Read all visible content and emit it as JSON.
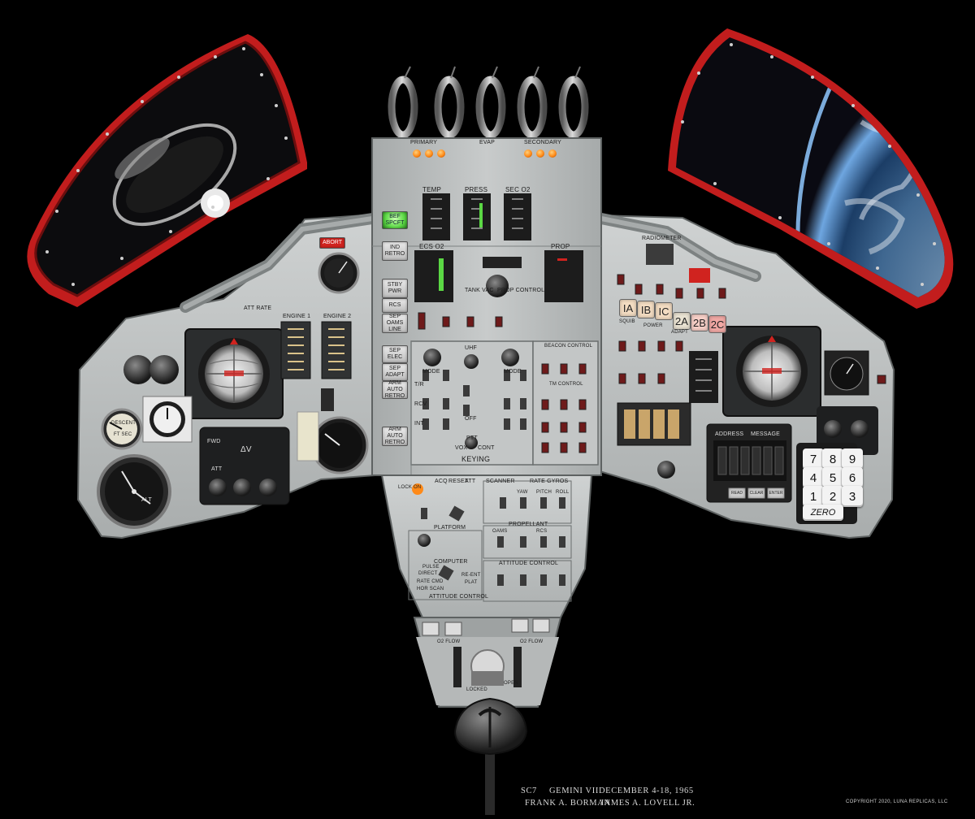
{
  "caption": {
    "spacecraft": "SC7",
    "mission": "GEMINI VII",
    "dates": "DECEMBER 4-18, 1965",
    "crew_1": "FRANK A. BORMAN",
    "crew_2": "JAMES A. LOVELL JR.",
    "copyright": "COPYRIGHT 2020, LUNA REPLICAS, LLC"
  },
  "colors": {
    "background": "#000000",
    "panel": "#b9bcbc",
    "window_frame": "#c21d1d",
    "warning_red": "#d0231f",
    "indicator_orange": "#ff8a18",
    "indicator_green": "#5bd844"
  },
  "center_top": {
    "group_labels": [
      "PRIMARY",
      "EVAP",
      "SECONDARY"
    ],
    "gauge_labels": [
      "TEMP",
      "PRESS",
      "SEC O2"
    ],
    "ecs_label": "ECS O2",
    "prop_label": "PROP",
    "tank_vac": "TANK VAC",
    "prop_control": "PROP CONTROL"
  },
  "left_seq_lights": [
    "ABORT",
    "BEF SPCFT",
    "IND RETRO",
    "STBY PWR",
    "RCS",
    "SEP OAMS LINE",
    "SEP ELEC",
    "SEP ADAPT",
    "ARM AUTO RETRO",
    "ARM AUTO RETRO"
  ],
  "left_panel": {
    "att_rate": "ATT RATE",
    "engine_1": "ENGINE 1",
    "engine_2": "ENGINE 2",
    "descent": "DESCENT",
    "ft_sec": "FT SEC",
    "alt": "ALT",
    "delta_v": "ΔV",
    "fwd": "FWD",
    "att": "ATT"
  },
  "center_comm": {
    "uhf": "UHF",
    "mode": "MODE",
    "keying": "KEYING",
    "ptt": "PTT",
    "vox": "VOX",
    "cont": "CONT",
    "beacon_control": "BEACON CONTROL",
    "tm_control": "TM CONTROL",
    "rows": [
      "T/R",
      "RCV",
      "INT",
      "OFF"
    ]
  },
  "right_panel": {
    "radiometer": "RADIOMETER",
    "seq_lights": [
      "IA",
      "IB",
      "IC",
      "2A",
      "2B",
      "2C"
    ],
    "squib_labels": [
      "SQUIB",
      "POWER",
      "ADAPT"
    ],
    "address": "ADDRESS",
    "message": "MESSAGE",
    "keypad": [
      "7",
      "8",
      "9",
      "4",
      "5",
      "6",
      "1",
      "2",
      "3"
    ],
    "zero": "ZERO",
    "msg_buttons": [
      "READ",
      "CLEAR",
      "ENTER"
    ]
  },
  "pedestal": {
    "lock_on": "LOCK ON",
    "acq": "ACQ",
    "reset": "RESET",
    "att": "ATT",
    "scanner": "SCANNER",
    "rate_gyros": "RATE GYROS",
    "gyro_axes": [
      "YAW",
      "PITCH",
      "ROLL"
    ],
    "platform": "PLATFORM",
    "computer": "COMPUTER",
    "propellant": "PROPELLANT",
    "oams": "OAMS",
    "rcs": "RCS",
    "attitude_control": "ATTITUDE CONTROL",
    "att_modes": [
      "DIRECT",
      "PULSE",
      "RATE CMD",
      "RE-ENT",
      "HOR SCAN",
      "PLAT"
    ],
    "o2_flow": "O2 FLOW",
    "open": "OPEN",
    "locked": "LOCKED"
  }
}
